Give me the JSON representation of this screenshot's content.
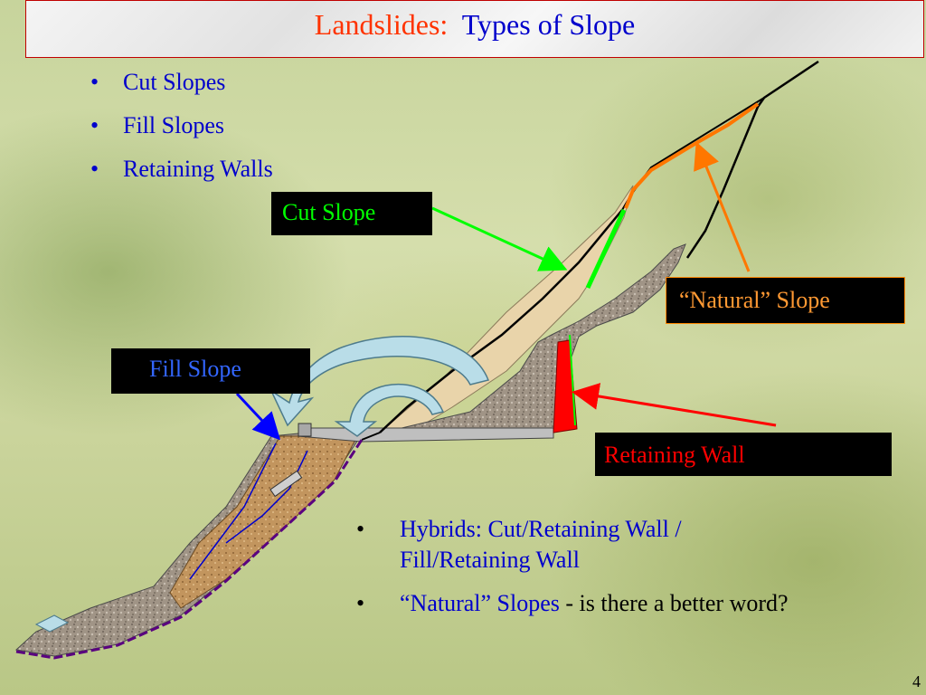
{
  "title": {
    "part1": "Landslides:",
    "part2": "Types of  Slope"
  },
  "bullets_top": [
    "Cut Slopes",
    "Fill Slopes",
    "Retaining Walls"
  ],
  "labels": {
    "cut_slope": "Cut Slope",
    "natural_slope": "“Natural” Slope",
    "fill_slope": "Fill Slope",
    "retaining_wall": "Retaining Wall"
  },
  "bullets_bottom": {
    "hybrids": "Hybrids:  Cut/Retaining Wall  /  Fill/Retaining Wall",
    "natural_a": "“Natural” Slopes",
    "natural_b": "  - is there a better word?"
  },
  "page_number": "4",
  "colors": {
    "title_red": "#ff3300",
    "title_blue": "#0000cc",
    "cut_green": "#00ff00",
    "natural_orange": "#ff9933",
    "fill_blue": "#3366ff",
    "wall_red": "#ff0000"
  }
}
